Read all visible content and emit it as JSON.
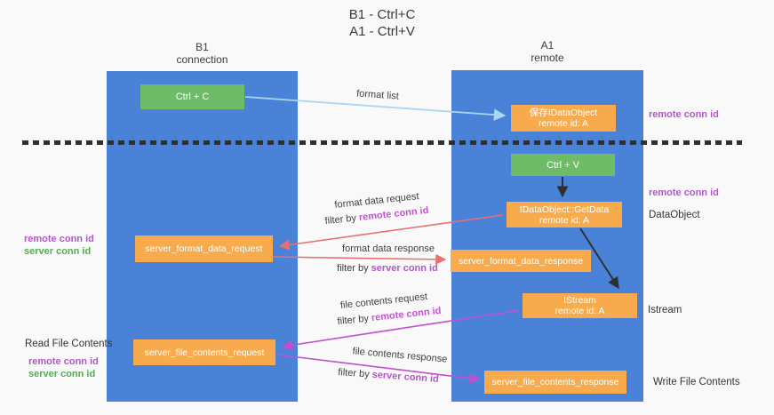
{
  "title": {
    "line1": "B1 - Ctrl+C",
    "line2": "A1 - Ctrl+V"
  },
  "lanes": {
    "left": {
      "name": "B1",
      "role": "connection"
    },
    "right": {
      "name": "A1",
      "role": "remote"
    }
  },
  "boxes": {
    "ctrl_c": {
      "label": "Ctrl + C"
    },
    "ctrl_v": {
      "label": "Ctrl + V"
    },
    "save_dataobject": {
      "line1": "保存IDataObject",
      "line2": "remote id: A"
    },
    "getdata": {
      "line1": "IDataObject::GetData",
      "line2": "remote id: A"
    },
    "istream": {
      "line1": "IStream",
      "line2": "remote id: A"
    },
    "server_format_data_request": {
      "label": "server_format_data_request"
    },
    "server_format_data_response": {
      "label": "server_format_data_response"
    },
    "server_file_contents_request": {
      "label": "server_file_contents_request"
    },
    "server_file_contents_response": {
      "label": "server_file_contents_response"
    }
  },
  "arrow_labels": {
    "format_list": "format list",
    "filter_by": "filter by",
    "format_data_request": "format data request",
    "format_data_response": "format data response",
    "file_contents_request": "file contents request",
    "file_contents_response": "file contents response",
    "remote_conn_id": "remote conn id",
    "server_conn_id": "server conn id"
  },
  "side_labels": {
    "right_remote_conn_id_top": "remote conn id",
    "right_remote_conn_id_mid": "remote conn id",
    "dataobject": "DataObject",
    "istream": "Istream",
    "write_file_contents": "Write File Contents",
    "left_remote_conn_id_top": "remote conn id",
    "left_server_conn_id_top": "server conn id",
    "read_file_contents": "Read File Contents",
    "left_remote_conn_id_bottom": "remote conn id",
    "left_server_conn_id_bottom": "server conn id"
  },
  "colors": {
    "bg": "#f9f9f9",
    "lane_blue": "#4a82d8",
    "box_green": "#6fbc68",
    "box_orange": "#f8ab4c",
    "arrow_red": "#e97070",
    "arrow_magenta": "#c34fd0",
    "arrow_blue": "#a9d6f2",
    "arrow_black": "#2f2f2f",
    "text_purple": "#b157c7",
    "text_magenta": "#c653d6",
    "text_green": "#53ad53",
    "text_dark": "#3a3a3a"
  }
}
